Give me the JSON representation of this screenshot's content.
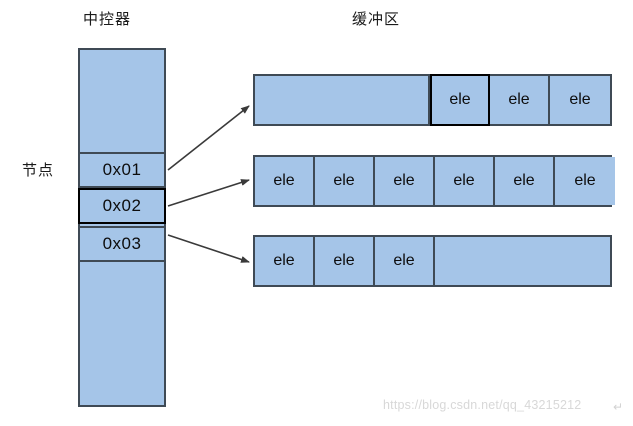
{
  "titles": {
    "controller": "中控器",
    "buffer": "缓冲区",
    "node_label": "节点"
  },
  "controller": {
    "address_cells": [
      {
        "label": "0x01",
        "highlighted": false
      },
      {
        "label": "0x02",
        "highlighted": true
      },
      {
        "label": "0x03",
        "highlighted": false
      }
    ]
  },
  "buffer": {
    "cell_label": "ele",
    "rows": [
      {
        "name": "buffer-row-1",
        "empty_leading": 3,
        "filled": 3,
        "empty_trailing": 0,
        "first_filled_highlighted": true
      },
      {
        "name": "buffer-row-2",
        "empty_leading": 0,
        "filled": 6,
        "empty_trailing": 0,
        "first_filled_highlighted": false
      },
      {
        "name": "buffer-row-3",
        "empty_leading": 0,
        "filled": 3,
        "empty_trailing": 3,
        "first_filled_highlighted": false
      }
    ]
  },
  "arrows": [
    {
      "name": "arrow-addr1-to-row1",
      "from_cell": "0x01",
      "to_row": "buffer-row-1"
    },
    {
      "name": "arrow-addr2-to-row2",
      "from_cell": "0x02",
      "to_row": "buffer-row-2"
    },
    {
      "name": "arrow-addr3-to-row3",
      "from_cell": "0x03",
      "to_row": "buffer-row-3"
    }
  ],
  "colors": {
    "fill": "#a5c5e8",
    "stroke": "#3f4a55",
    "highlight_stroke": "#000000",
    "text": "#0d0d0d",
    "watermark": "#d8d8d8"
  },
  "watermark": {
    "text": "https://blog.csdn.net/qq_43215212",
    "trailing_mark": "↵"
  }
}
